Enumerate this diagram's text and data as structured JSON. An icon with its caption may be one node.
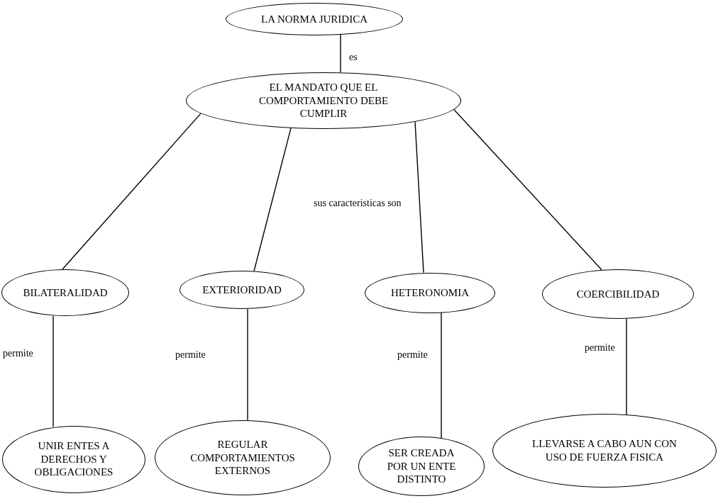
{
  "diagram": {
    "nodes": [
      {
        "text": [
          "LA NORMA JURIDICA"
        ]
      },
      {
        "text": [
          "EL MANDATO QUE EL COMPORTAMIENTO DEBE CUMPLIR"
        ]
      },
      {
        "text": [
          "BILATERALIDAD"
        ]
      },
      {
        "text": [
          "EXTERIORIDAD"
        ]
      },
      {
        "text": [
          "HETERONOMIA"
        ]
      },
      {
        "text": [
          "COERCIBILIDAD"
        ]
      },
      {
        "text": [
          "UNIR ENTES A DERECHOS Y OBLIGACIONES"
        ]
      },
      {
        "text": [
          "REGULAR COMPORTAMIENTOS EXTERNOS"
        ]
      },
      {
        "text": [
          "SER CREADA POR UN ENTE DISTINTO"
        ]
      },
      {
        "text": [
          "LLEVARSE A CABO AUN CON USO DE FUERZA FISICA"
        ]
      }
    ],
    "edges": [
      {
        "from": 0,
        "to": 1,
        "arrow": "none",
        "label": "es"
      },
      {
        "from": 1,
        "to": 2,
        "arrow": "none"
      },
      {
        "from": 1,
        "to": 3,
        "arrow": "none"
      },
      {
        "from": 1,
        "to": 4,
        "arrow": "none",
        "label": "sus caracteristicas son"
      },
      {
        "from": 1,
        "to": 5,
        "arrow": "none"
      },
      {
        "from": 2,
        "to": 6,
        "arrow": "none",
        "label": "permite"
      },
      {
        "from": 3,
        "to": 7,
        "arrow": "none",
        "label": "permite"
      },
      {
        "from": 4,
        "to": 8,
        "arrow": "none",
        "label": "permite"
      },
      {
        "from": 5,
        "to": 9,
        "arrow": "none",
        "label": "permite"
      }
    ]
  }
}
